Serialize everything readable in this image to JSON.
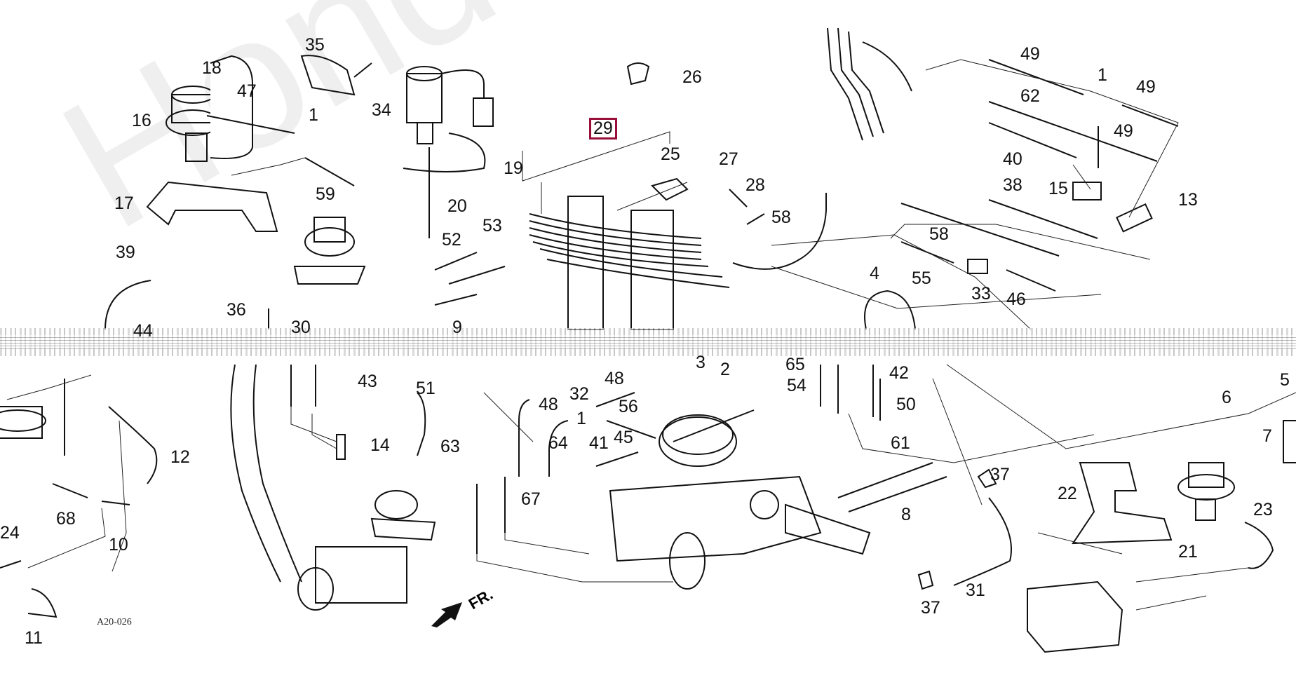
{
  "diagram": {
    "title": "Honda vacuum hose / tubing parts diagram",
    "figure_code": "A20-026",
    "direction_marker": "FR.",
    "watermark": "HondaPartsMirror.ru",
    "highlight_color": "#9a0f3a",
    "highlighted_part": "29",
    "callouts": [
      {
        "id": "18"
      },
      {
        "id": "35"
      },
      {
        "id": "47"
      },
      {
        "id": "16"
      },
      {
        "id": "1"
      },
      {
        "id": "34"
      },
      {
        "id": "19"
      },
      {
        "id": "17"
      },
      {
        "id": "59"
      },
      {
        "id": "20"
      },
      {
        "id": "26"
      },
      {
        "id": "29"
      },
      {
        "id": "25"
      },
      {
        "id": "27"
      },
      {
        "id": "28"
      },
      {
        "id": "58"
      },
      {
        "id": "52"
      },
      {
        "id": "53"
      },
      {
        "id": "39"
      },
      {
        "id": "36"
      },
      {
        "id": "30"
      },
      {
        "id": "44"
      },
      {
        "id": "9"
      },
      {
        "id": "49"
      },
      {
        "id": "62"
      },
      {
        "id": "1b",
        "text": "1"
      },
      {
        "id": "49b",
        "text": "49"
      },
      {
        "id": "49c",
        "text": "49"
      },
      {
        "id": "40"
      },
      {
        "id": "15"
      },
      {
        "id": "13"
      },
      {
        "id": "38"
      },
      {
        "id": "58b",
        "text": "58"
      },
      {
        "id": "55"
      },
      {
        "id": "33"
      },
      {
        "id": "46"
      },
      {
        "id": "4"
      },
      {
        "id": "43"
      },
      {
        "id": "51"
      },
      {
        "id": "14"
      },
      {
        "id": "12"
      },
      {
        "id": "68"
      },
      {
        "id": "10"
      },
      {
        "id": "24"
      },
      {
        "id": "11"
      },
      {
        "id": "48"
      },
      {
        "id": "32"
      },
      {
        "id": "48b",
        "text": "48"
      },
      {
        "id": "56"
      },
      {
        "id": "1c",
        "text": "1"
      },
      {
        "id": "64"
      },
      {
        "id": "41"
      },
      {
        "id": "45"
      },
      {
        "id": "63"
      },
      {
        "id": "67"
      },
      {
        "id": "2"
      },
      {
        "id": "65"
      },
      {
        "id": "54"
      },
      {
        "id": "42"
      },
      {
        "id": "50"
      },
      {
        "id": "61"
      },
      {
        "id": "8"
      },
      {
        "id": "37"
      },
      {
        "id": "37b",
        "text": "37"
      },
      {
        "id": "31"
      },
      {
        "id": "22"
      },
      {
        "id": "21"
      },
      {
        "id": "23"
      },
      {
        "id": "6"
      },
      {
        "id": "5"
      },
      {
        "id": "7"
      },
      {
        "id": "3"
      }
    ]
  }
}
